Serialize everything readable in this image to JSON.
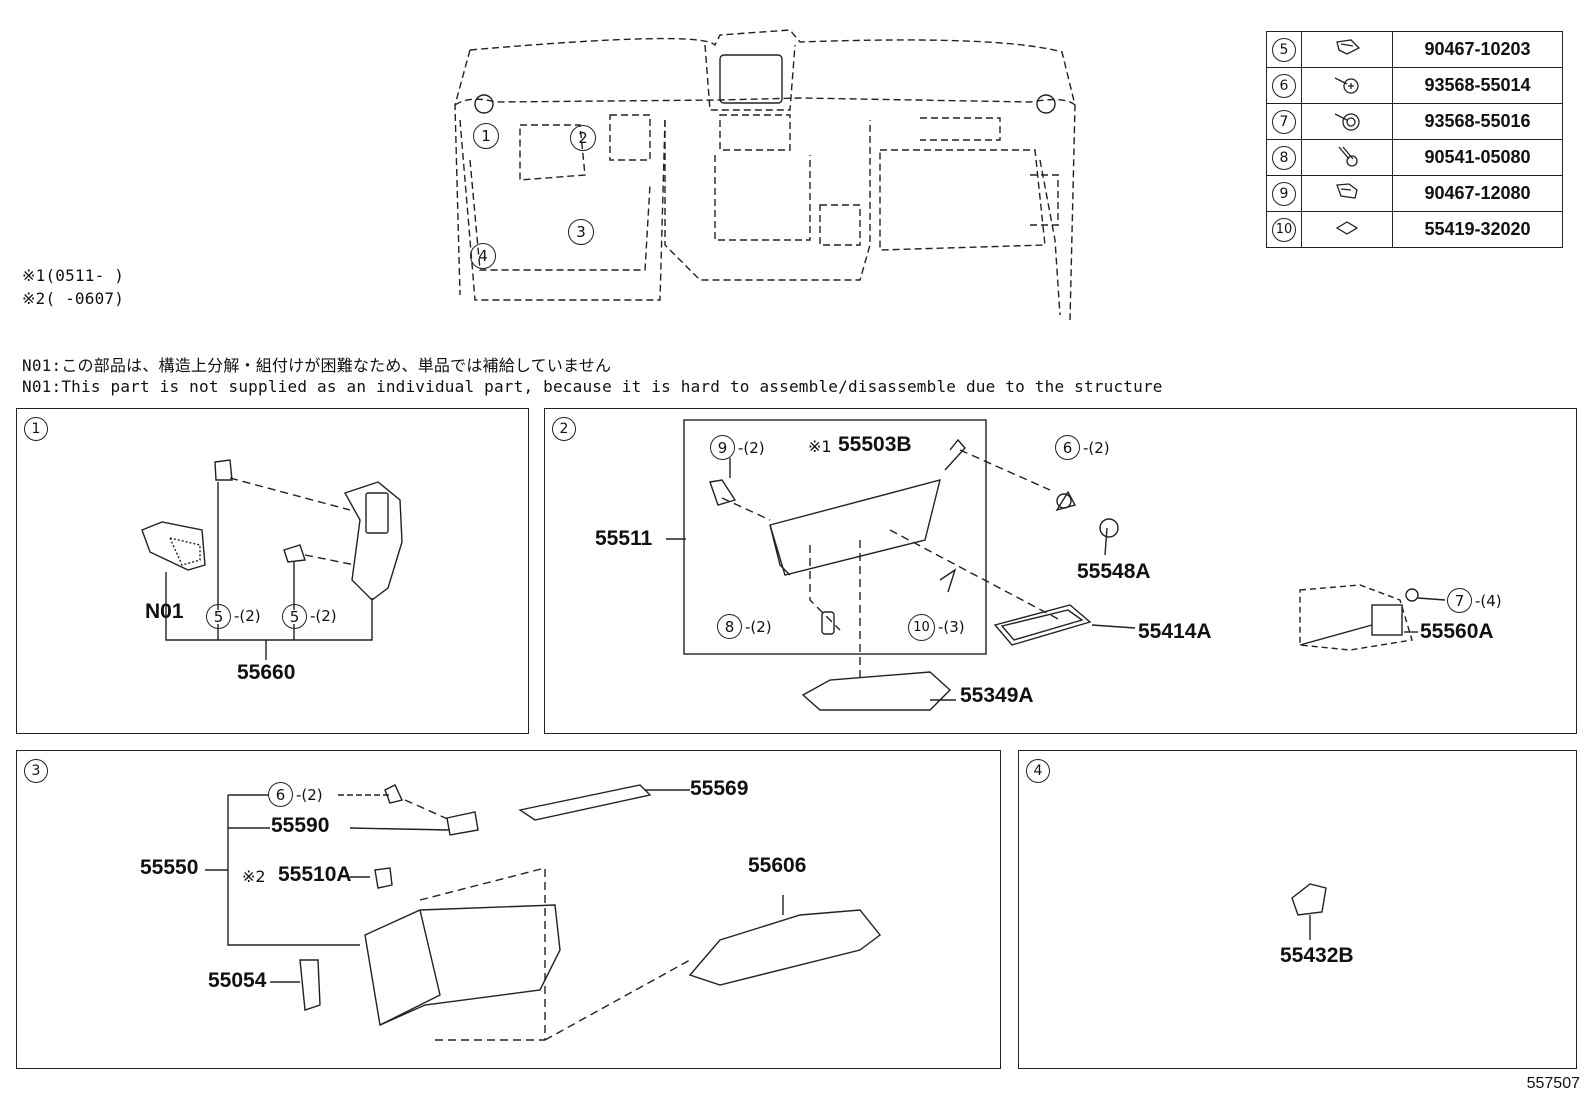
{
  "notes": {
    "star1": "※1 0511-  )",
    "star1_raw": "※1(0511-     )",
    "star2_raw": "※2(     -0607)",
    "n01_jp": "N01:この部品は、構造上分解・組付けが困難なため、単品では補給していません",
    "n01_en": "N01:This part is not supplied as an individual part, because it is hard to assemble/disassemble due to the structure"
  },
  "overview": {
    "callouts": [
      "1",
      "2",
      "3",
      "4"
    ]
  },
  "ref_table": [
    {
      "num": "5",
      "part": "90467-10203",
      "icon": "clip-icon"
    },
    {
      "num": "6",
      "part": "93568-55014",
      "icon": "screw-icon"
    },
    {
      "num": "7",
      "part": "93568-55016",
      "icon": "screw-icon"
    },
    {
      "num": "8",
      "part": "90541-05080",
      "icon": "bolt-icon"
    },
    {
      "num": "9",
      "part": "90467-12080",
      "icon": "clip-icon"
    },
    {
      "num": "10",
      "part": "55419-32020",
      "icon": "pad-icon"
    }
  ],
  "panel1": {
    "num": "1",
    "n01": "N01",
    "c5a": "5",
    "q5a": "-(2)",
    "c5b": "5",
    "q5b": "-(2)",
    "part": "55660"
  },
  "panel2": {
    "num": "2",
    "c9": "9",
    "q9": "-(2)",
    "star": "※1",
    "p55503b": "55503B",
    "c6": "6",
    "q6": "-(2)",
    "p55511": "55511",
    "p55548a": "55548A",
    "c8": "8",
    "q8": "-(2)",
    "c10": "10",
    "q10": "-(3)",
    "p55414a": "55414A",
    "c7": "7",
    "q7": "-(4)",
    "p55560a": "55560A",
    "p55349a": "55349A"
  },
  "panel3": {
    "num": "3",
    "c6": "6",
    "q6": "-(2)",
    "p55569": "55569",
    "p55590": "55590",
    "p55550": "55550",
    "star": "※2",
    "p55510a": "55510A",
    "p55606": "55606",
    "p55054": "55054"
  },
  "panel4": {
    "num": "4",
    "p55432b": "55432B"
  },
  "footer": {
    "code": "557507"
  }
}
